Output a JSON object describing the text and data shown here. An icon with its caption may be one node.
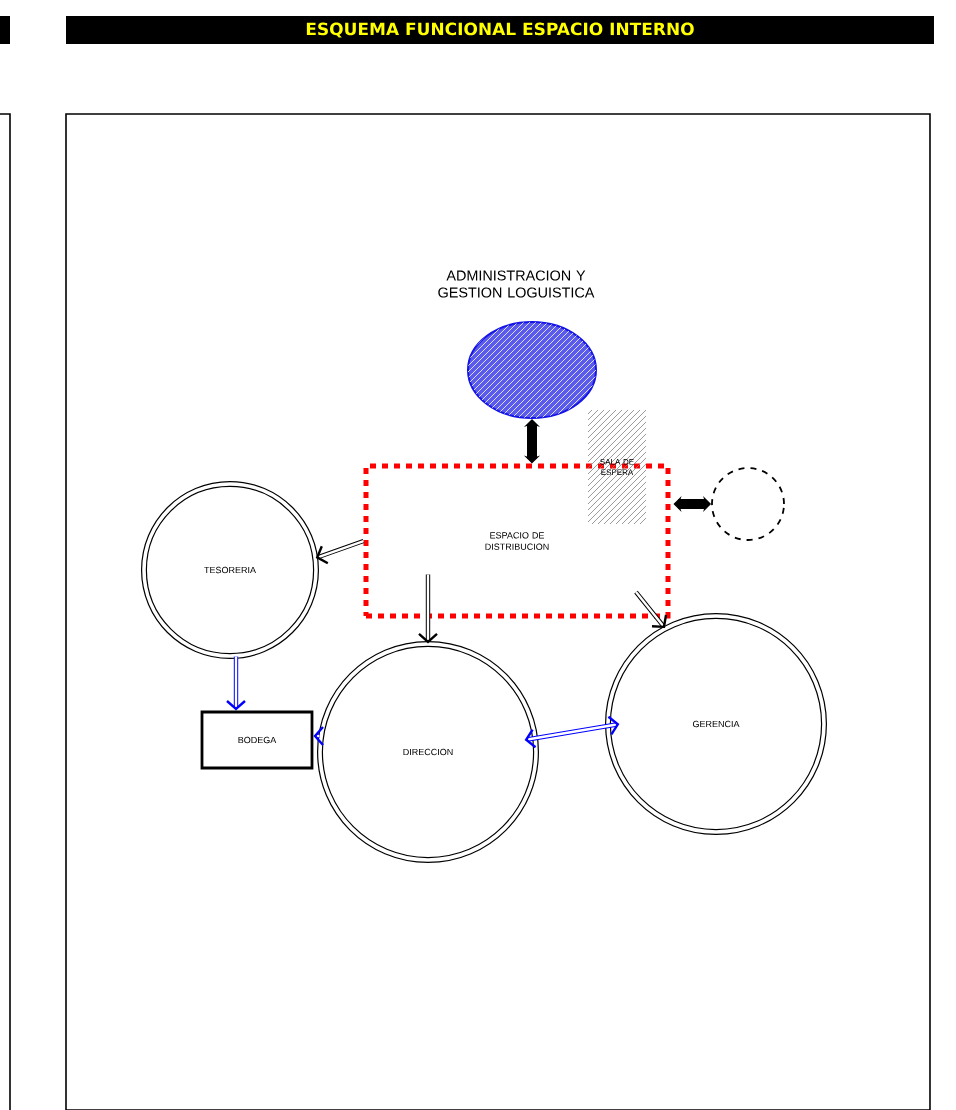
{
  "diagram": {
    "title": "ESQUEMA FUNCIONAL ESPACIO INTERNO",
    "nodes": [
      {
        "text": [],
        "shape": "circle"
      },
      {
        "text": [
          "ESPACIO DE DISTRIBUCION"
        ]
      },
      {
        "text": [
          "SALA DE ESPERA"
        ]
      },
      {
        "text": [],
        "shape": "circle"
      },
      {
        "text": [
          "TESORERIA"
        ]
      },
      {
        "text": [
          "BODEGA"
        ]
      },
      {
        "text": [
          "DIRECCION"
        ]
      },
      {
        "text": [
          "GERENCIA"
        ]
      }
    ],
    "edges": [
      {
        "from": 0,
        "to": 1,
        "arrow": "both",
        "style": "thick"
      },
      {
        "from": 1,
        "to": 3,
        "arrow": "both",
        "style": "thick"
      },
      {
        "from": 1,
        "to": 4,
        "arrow": "to"
      },
      {
        "from": 1,
        "to": 6,
        "arrow": "to"
      },
      {
        "from": 1,
        "to": 7,
        "arrow": "to"
      },
      {
        "from": 4,
        "to": 5,
        "arrow": "to",
        "color": "#0000ff"
      },
      {
        "from": 6,
        "to": 5,
        "arrow": "to",
        "color": "#0000ff"
      },
      {
        "from": 6,
        "to": 7,
        "arrow": "both",
        "color": "#0000ff"
      }
    ],
    "labels": [
      "ADMINISTRACION Y GESTION LOGUISTICA"
    ]
  }
}
